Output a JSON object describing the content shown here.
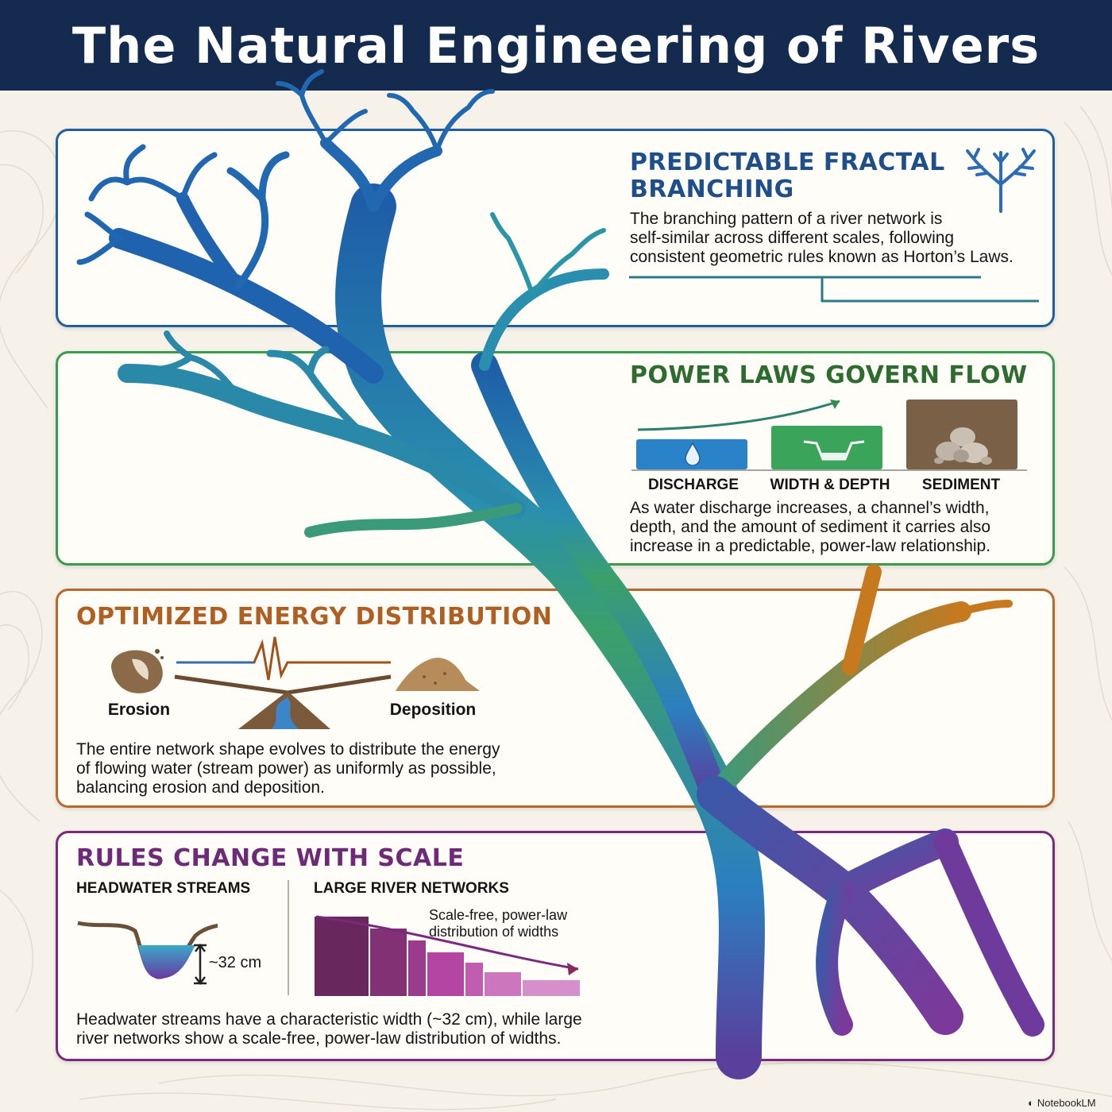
{
  "header": {
    "title": "The Natural Engineering of Rivers"
  },
  "colors": {
    "header_bg": "#142a4e",
    "fractal": "#1f5fa0",
    "power": "#2e7d3c",
    "energy": "#b05f22",
    "scale": "#7a2a7c",
    "background": "#f6f2e9"
  },
  "sections": {
    "fractal": {
      "title_line1": "PREDICTABLE FRACTAL",
      "title_line2": "BRANCHING",
      "body": [
        "The branching pattern of a river network is",
        "self-similar across different scales, following",
        "consistent geometric rules known as Horton’s Laws."
      ],
      "icon": "tree-icon"
    },
    "power": {
      "title": "POWER LAWS GOVERN FLOW",
      "labels": [
        "DISCHARGE",
        "WIDTH & DEPTH",
        "SEDIMENT"
      ],
      "icons": [
        "water-drop-icon",
        "channel-cross-section-icon",
        "rocks-icon"
      ],
      "body": [
        "As water discharge increases, a channel’s width,",
        "depth, and the amount of sediment it carries also",
        "increase in a predictable, power-law relationship."
      ]
    },
    "energy": {
      "title": "OPTIMIZED ENERGY DISTRIBUTION",
      "left_label": "Erosion",
      "right_label": "Deposition",
      "icons": [
        "eroded-rock-icon",
        "sediment-pile-icon",
        "balance-scale-icon",
        "energy-wave-icon"
      ],
      "body": [
        "The entire network shape evolves to distribute the energy",
        "of flowing water (stream power) as uniformly as possible,",
        "balancing erosion and deposition."
      ]
    },
    "scale": {
      "title": "RULES CHANGE WITH SCALE",
      "left_heading": "HEADWATER STREAMS",
      "right_heading": "LARGE RIVER NETWORKS",
      "measure": "~32 cm",
      "annotation": [
        "Scale-free, power-law",
        "distribution of widths"
      ],
      "bar_levels": [
        1.0,
        0.85,
        0.7,
        0.55,
        0.42,
        0.3,
        0.2
      ],
      "body": [
        "Headwater streams have a characteristic width (~32 cm), while large",
        "river networks show a scale-free, power-law distribution of widths."
      ]
    }
  },
  "footer": {
    "brand": "NotebookLM"
  }
}
